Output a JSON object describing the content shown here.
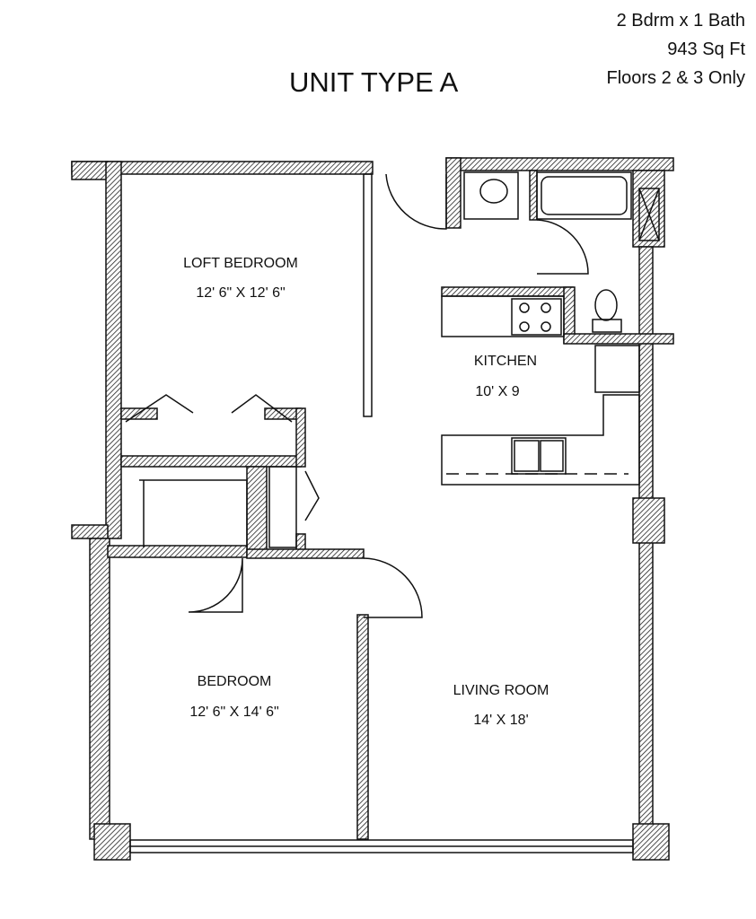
{
  "title": "UNIT TYPE A",
  "info": [
    "2 Bdrm x 1 Bath",
    "943 Sq Ft",
    "Floors 2 & 3 Only"
  ],
  "rooms": [
    {
      "name": "LOFT BEDROOM",
      "size": "12' 6\" X 12' 6\""
    },
    {
      "name": "KITCHEN",
      "size": "10' X 9"
    },
    {
      "name": "BEDROOM",
      "size": "12' 6\" X 14' 6\""
    },
    {
      "name": "LIVING ROOM",
      "size": "14' X 18'"
    }
  ]
}
